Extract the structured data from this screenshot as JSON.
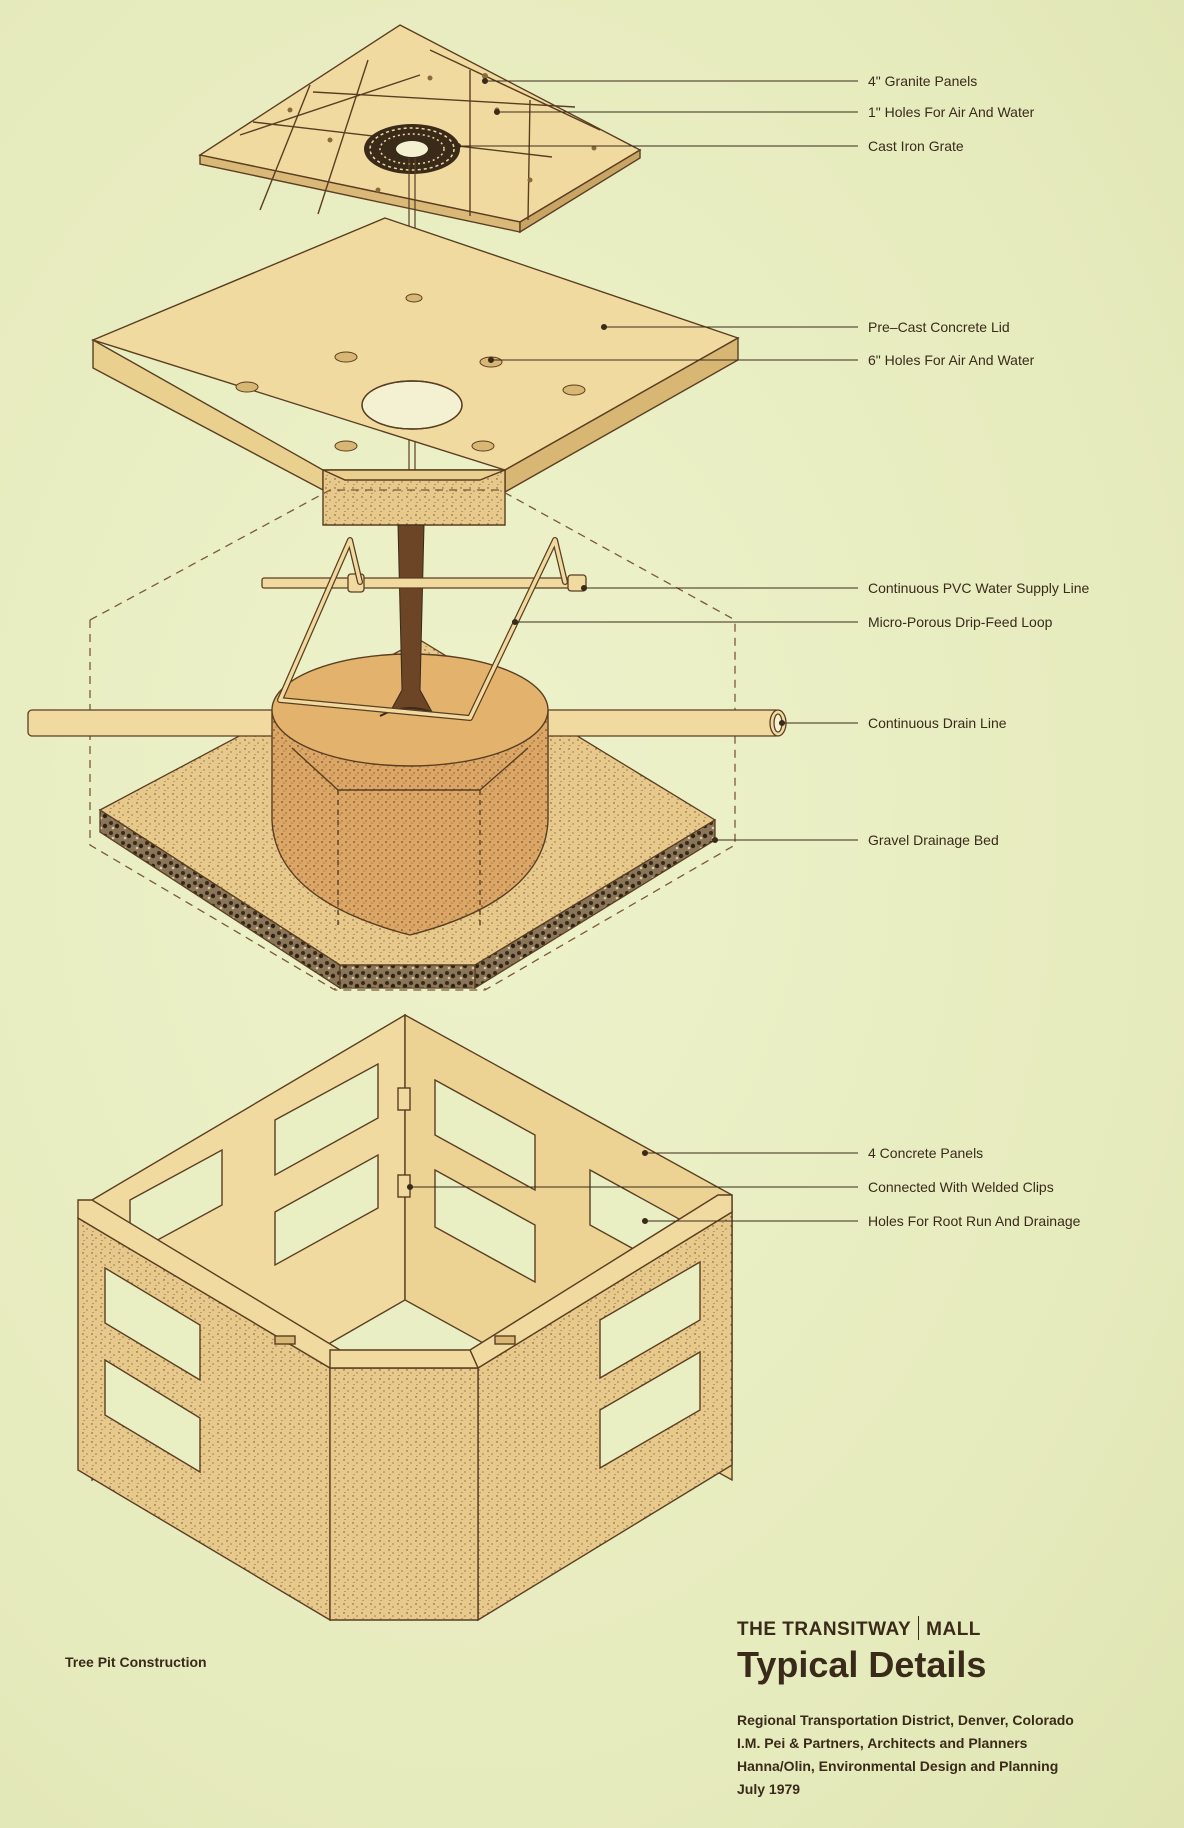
{
  "labels": {
    "granite_panels": "4\" Granite Panels",
    "holes_1in": "1\" Holes For Air And Water",
    "cast_iron_grate": "Cast Iron Grate",
    "precast_lid": "Pre–Cast  Concrete  Lid",
    "holes_6in": "6\" Holes For Air And Water",
    "pvc_line": "Continuous PVC Water Supply Line",
    "drip_loop": "Micro-Porous Drip-Feed Loop",
    "drain_line": "Continuous Drain Line",
    "gravel_bed": "Gravel Drainage Bed",
    "concrete_panels": "4 Concrete Panels",
    "welded_clips": "Connected With Welded Clips",
    "root_holes": "Holes For Root Run And Drainage"
  },
  "caption": "Tree Pit Construction",
  "title_block": {
    "org_left": "THE TRANSITWAY",
    "org_right": "MALL",
    "title": "Typical Details",
    "credits": [
      "Regional Transportation District, Denver, Colorado",
      "I.M. Pei & Partners, Architects and Planners",
      "Hanna/Olin, Environmental Design and Planning",
      "July 1979"
    ]
  },
  "colors": {
    "background": "#e9eec3",
    "panel_fill": "#f0d9a0",
    "root_ball": "#e3b26d",
    "ink": "#3a2a1a"
  }
}
